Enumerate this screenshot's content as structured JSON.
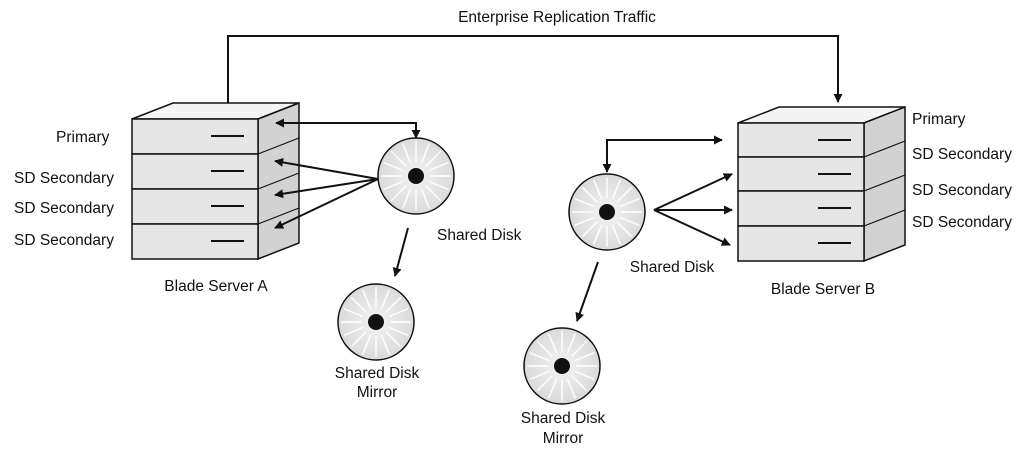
{
  "diagram": {
    "traffic_label": "Enterprise Replication Traffic",
    "server_a": {
      "name": "Blade Server A",
      "roles": [
        "Primary",
        "SD Secondary",
        "SD Secondary",
        "SD Secondary"
      ],
      "shared_disk_label": "Shared Disk",
      "mirror_label_line1": "Shared Disk",
      "mirror_label_line2": "Mirror"
    },
    "server_b": {
      "name": "Blade Server B",
      "roles": [
        "Primary",
        "SD Secondary",
        "SD Secondary",
        "SD Secondary"
      ],
      "shared_disk_label": "Shared Disk",
      "mirror_label_line1": "Shared Disk",
      "mirror_label_line2": "Mirror"
    },
    "colors": {
      "blade_face": "#e6e6e6",
      "blade_top": "#f4f4f4",
      "blade_side": "#d0d0d0",
      "line": "#111111"
    }
  }
}
